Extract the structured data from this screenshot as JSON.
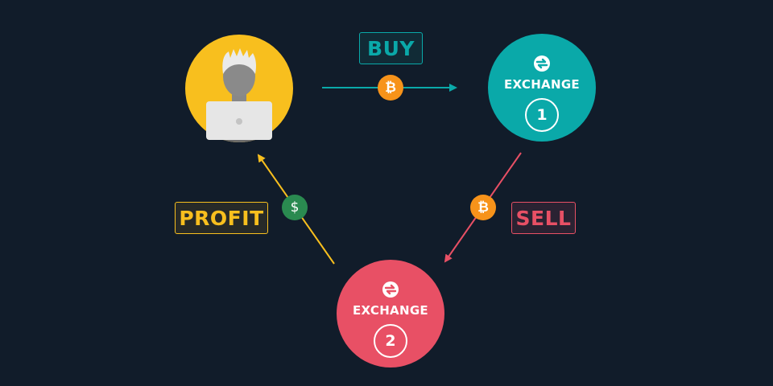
{
  "labels": {
    "buy": "BUY",
    "sell": "SELL",
    "profit": "PROFIT"
  },
  "nodes": {
    "exchange1": {
      "title": "EXCHANGE",
      "number": "1"
    },
    "exchange2": {
      "title": "EXCHANGE",
      "number": "2"
    }
  },
  "coins": {
    "bitcoin_symbol": "₿",
    "dollar_symbol": "$"
  },
  "colors": {
    "background": "#111c2a",
    "teal": "#0aa9a9",
    "red": "#e85065",
    "yellow": "#f8bf1e",
    "orange": "#f7931a",
    "green": "#2a8a50"
  },
  "icons": [
    "user-avatar-icon",
    "laptop-icon",
    "exchange-logo-icon",
    "bitcoin-icon",
    "dollar-icon",
    "arrow-icon"
  ]
}
